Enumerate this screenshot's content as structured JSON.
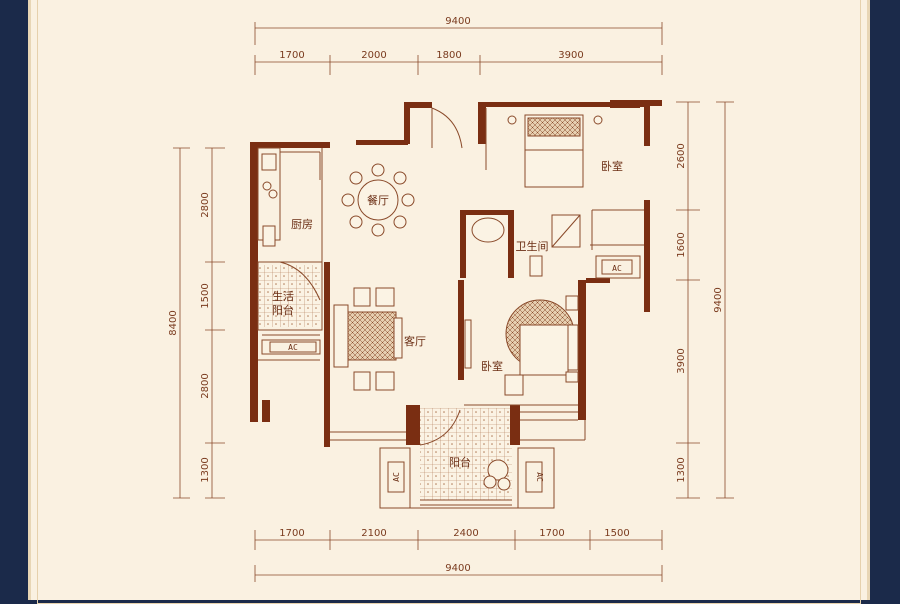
{
  "dimensions": {
    "top_total": "9400",
    "top_segments": [
      "1700",
      "2000",
      "1800",
      "3900"
    ],
    "bottom_total": "9400",
    "bottom_segments": [
      "1700",
      "2100",
      "2400",
      "1700",
      "1500"
    ],
    "left_total": "8400",
    "left_segments": [
      "2800",
      "1500",
      "2800",
      "1300"
    ],
    "right_total": "9400",
    "right_segments": [
      "2600",
      "1600",
      "3900",
      "1300"
    ]
  },
  "rooms": {
    "dining": "餐厅",
    "kitchen": "厨房",
    "utility_balcony_line1": "生活",
    "utility_balcony_line2": "阳台",
    "living": "客厅",
    "bedroom_top": "卧室",
    "bathroom": "卫生间",
    "bedroom_bottom": "卧室",
    "balcony": "阳台"
  },
  "ac_labels": {
    "bath_ac": "AC",
    "utility_ac": "AC",
    "balcony_left_ac": "AC",
    "balcony_right_ac": "AC"
  },
  "colors": {
    "wall": "#7a2e12",
    "line": "#8a4a2a",
    "text": "#6b2e14",
    "paper": "#faf1e1",
    "frame": "#1b2a4a"
  }
}
